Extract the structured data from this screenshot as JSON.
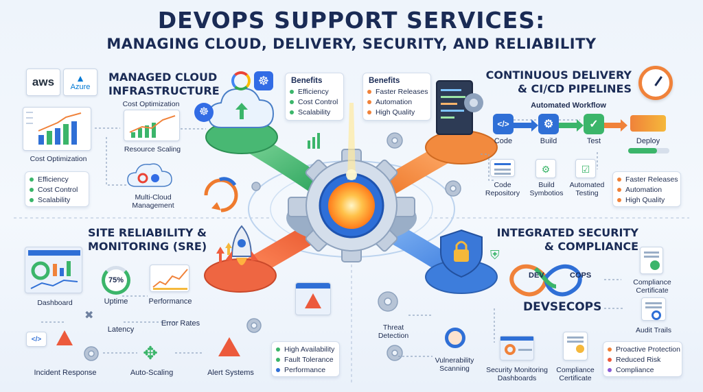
{
  "title": {
    "line1": "DEVOPS SUPPORT SERVICES:",
    "line2": "MANAGING CLOUD, DELIVERY, SECURITY, AND RELIABILITY"
  },
  "cloud": {
    "heading_line1": "MANAGED CLOUD",
    "heading_line2": "INFRASTRUCTURE",
    "aws_label": "aws",
    "azure_label": "Azure",
    "chart_left_label": "Cost Optimization",
    "chart_top_label": "Cost Optimization",
    "chart_resource_label": "Resource Scaling",
    "multicloud_label_line1": "Multi-Cloud",
    "multicloud_label_line2": "Management",
    "list": [
      "Efficiency",
      "Cost Control",
      "Scalability"
    ],
    "benefits_title": "Benefits",
    "benefits": [
      "Efficiency",
      "Cost Control",
      "Scalability"
    ]
  },
  "delivery": {
    "heading_line1": "CONTINUOUS DELIVERY",
    "heading_line2": "& CI/CD PIPELINES",
    "benefits_title": "Benefits",
    "benefits": [
      "Faster Releases",
      "Automation",
      "High Quality"
    ],
    "workflow_title": "Automated Workflow",
    "steps": [
      "Code",
      "Build",
      "Test",
      "Deploy"
    ],
    "tools": [
      {
        "line1": "Code",
        "line2": "Repository"
      },
      {
        "line1": "Build",
        "line2": "Symbotios"
      },
      {
        "line1": "Automated",
        "line2": "Testing"
      }
    ],
    "list": [
      "Faster Releases",
      "Automation",
      "High Quality"
    ]
  },
  "sre": {
    "heading_line1": "SITE RELIABILITY &",
    "heading_line2": "MONITORING (SRE)",
    "dashboard_label": "Dashboard",
    "uptime_value": "75%",
    "uptime_label": "Uptime",
    "performance_label": "Performance",
    "latency_label": "Latency",
    "error_rates_label": "Error Rates",
    "incident_label": "Incident Response",
    "autoscaling_label": "Auto-Scaling",
    "alert_label": "Alert Systems",
    "list": [
      "High Availability",
      "Fault Tolerance",
      "Performance"
    ]
  },
  "security": {
    "heading_line1": "INTEGRATED SECURITY",
    "heading_line2": "& COMPLIANCE",
    "dev_label": "DEV",
    "ops_label": "COPS",
    "devsecops_label": "DEVSECOPS",
    "compliance_cert_line1": "Compliance",
    "compliance_cert_line2": "Certificate",
    "audit_label": "Audit Trails",
    "threat_line1": "Threat",
    "threat_line2": "Detection",
    "vuln_line1": "Vulnerability",
    "vuln_line2": "Scanning",
    "secdash_line1": "Security Monitoring",
    "secdash_line2": "Dashboards",
    "cert2_line1": "Compliance",
    "cert2_line2": "Certificate",
    "list": [
      "Proactive Protection",
      "Reduced Risk",
      "Compliance"
    ]
  },
  "colors": {
    "green": "#3bb56a",
    "orange": "#f0823a",
    "red_orange": "#ec5a3c",
    "blue": "#2f6fd6",
    "navy": "#1a2b55",
    "gold": "#f5b83b"
  }
}
